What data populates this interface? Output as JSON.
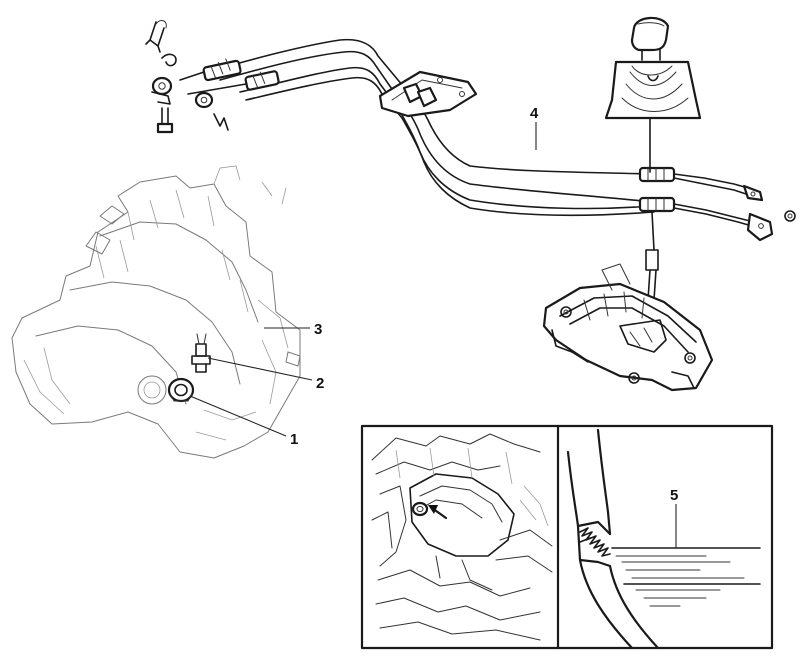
{
  "callouts": [
    {
      "id": "c1",
      "label": "1"
    },
    {
      "id": "c2",
      "label": "2"
    },
    {
      "id": "c3",
      "label": "3"
    },
    {
      "id": "c4",
      "label": "4"
    },
    {
      "id": "c5",
      "label": "5"
    }
  ]
}
